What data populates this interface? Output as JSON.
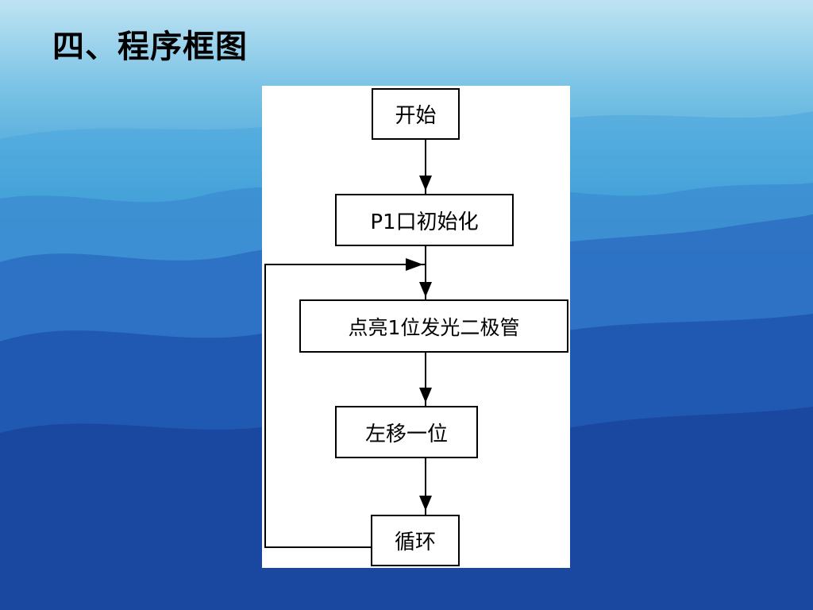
{
  "slide": {
    "title": "四、程序框图"
  },
  "flowchart": {
    "nodes": [
      {
        "id": "start",
        "label": "开始"
      },
      {
        "id": "init",
        "label": "P1口初始化"
      },
      {
        "id": "light",
        "label": "点亮1位发光二极管"
      },
      {
        "id": "shift",
        "label": "左移一位"
      },
      {
        "id": "loop",
        "label": "循环"
      }
    ],
    "edges": [
      {
        "from": "start",
        "to": "init"
      },
      {
        "from": "init",
        "to": "light"
      },
      {
        "from": "light",
        "to": "shift"
      },
      {
        "from": "shift",
        "to": "loop"
      },
      {
        "from": "loop",
        "to": "light",
        "type": "loop-back"
      }
    ]
  },
  "colors": {
    "line": "#000000",
    "box_fill": "#ffffff"
  }
}
